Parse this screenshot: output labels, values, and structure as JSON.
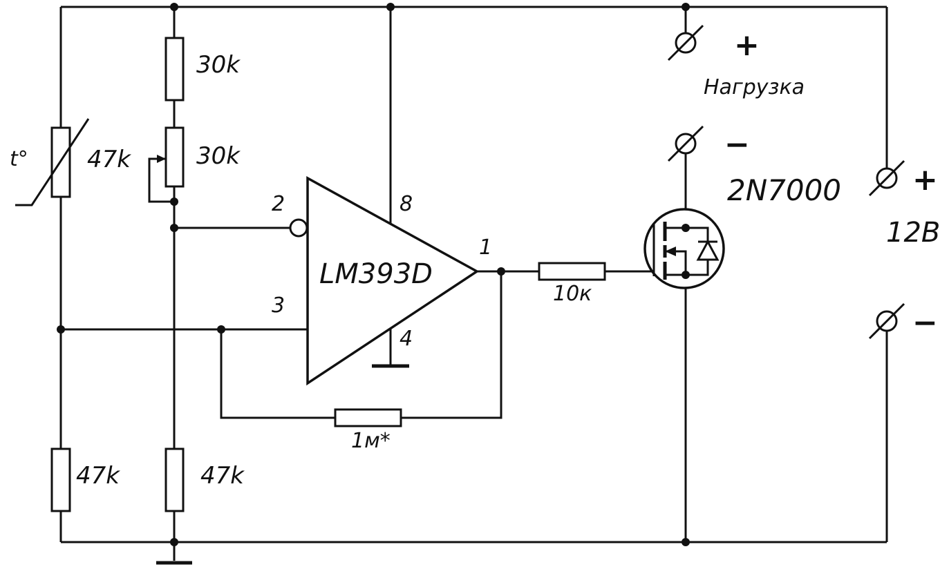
{
  "schematic": {
    "ic": {
      "name": "LM393D",
      "pin_inverting": "2",
      "pin_noninverting": "3",
      "pin_vcc": "8",
      "pin_gnd": "4",
      "pin_output": "1"
    },
    "thermistor": {
      "symbol": "t°",
      "value": "47k"
    },
    "resistors": {
      "divider_top": "30k",
      "trimmer": "30k",
      "bottom_left": "47k",
      "bottom_mid": "47k",
      "gate": "10к",
      "feedback": "1м*"
    },
    "mosfet": {
      "name": "2N7000"
    },
    "load": {
      "label": "Нагрузка",
      "plus": "+",
      "minus": "−"
    },
    "supply": {
      "label": "12В",
      "plus": "+",
      "minus": "−"
    }
  },
  "colors": {
    "line": "#111111",
    "background": "#ffffff"
  }
}
